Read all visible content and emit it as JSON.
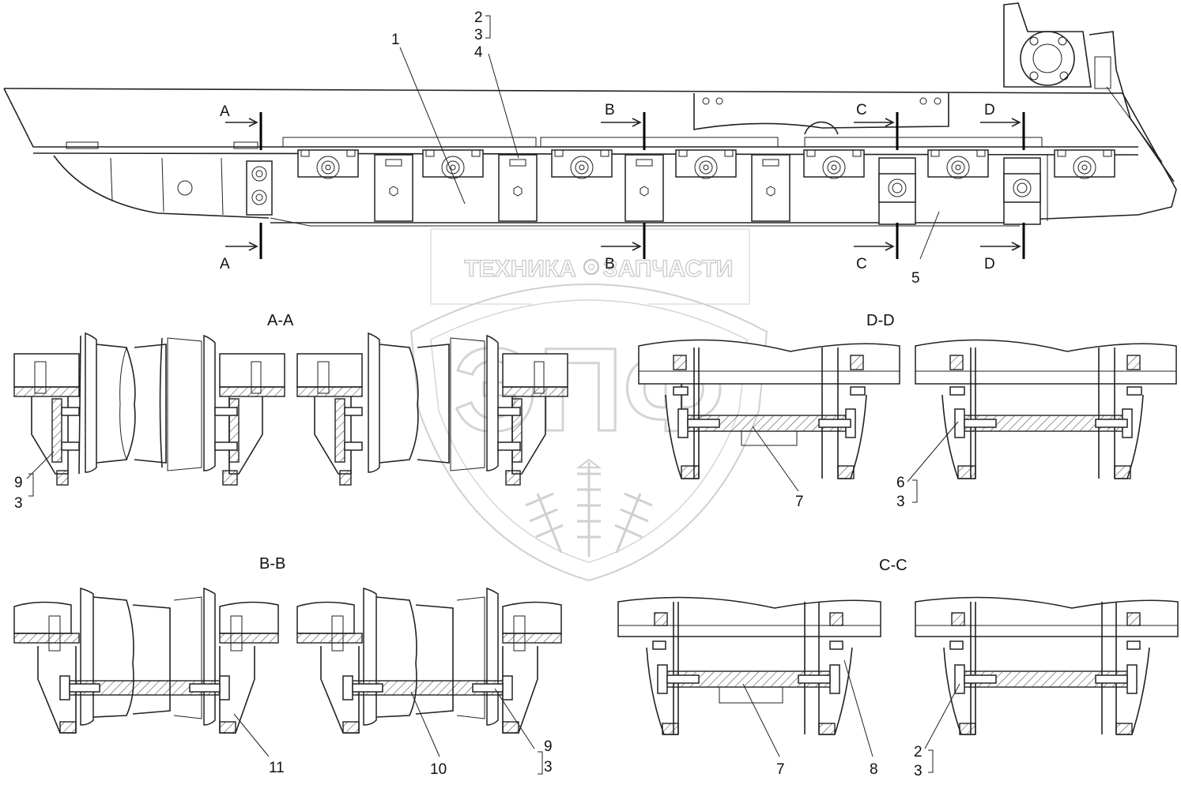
{
  "watermark": {
    "left_text": "ТЕХНИКА",
    "right_text": "ЗАПЧАСТИ",
    "emblem_text": "ЭПФ"
  },
  "section_titles": {
    "aa": "A-A",
    "bb": "B-B",
    "cc": "C-C",
    "dd": "D-D"
  },
  "cut_markers": {
    "a": "A",
    "b": "B",
    "c": "C",
    "d": "D"
  },
  "callouts": {
    "c1": "1",
    "c2": "2",
    "c3": "3",
    "c4": "4",
    "c5": "5",
    "c6": "6",
    "c7": "7",
    "c8": "8",
    "c9": "9",
    "c10": "10",
    "c11": "11"
  },
  "colors": {
    "line": "#222222",
    "watermark": "#c9c9c9"
  }
}
